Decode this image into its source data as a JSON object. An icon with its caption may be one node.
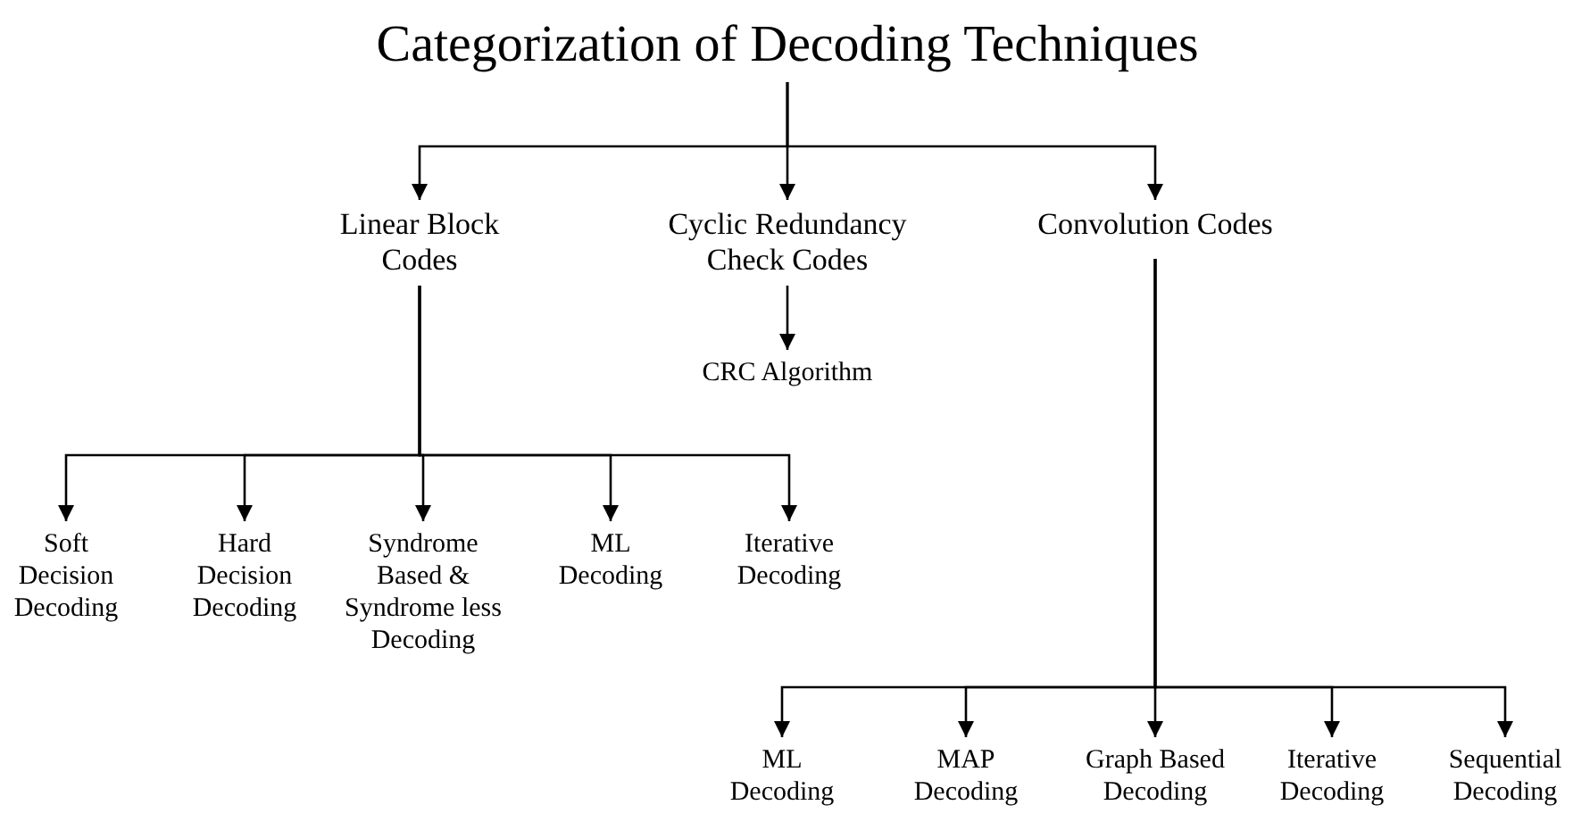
{
  "diagram": {
    "nodes": [
      {
        "text": [
          "Categorization of Decoding Techniques"
        ]
      },
      {
        "text": [
          "Linear Block Codes"
        ]
      },
      {
        "text": [
          "Cyclic Redundancy Check Codes"
        ]
      },
      {
        "text": [
          "Convolution Codes"
        ]
      },
      {
        "text": [
          "CRC Algorithm"
        ]
      },
      {
        "text": [
          "Soft Decision Decoding"
        ]
      },
      {
        "text": [
          "Hard Decision Decoding"
        ]
      },
      {
        "text": [
          "Syndrome Based & Syndrome less Decoding"
        ]
      },
      {
        "text": [
          "ML Decoding"
        ]
      },
      {
        "text": [
          "Iterative Decoding"
        ]
      },
      {
        "text": [
          "ML Decoding"
        ]
      },
      {
        "text": [
          "MAP Decoding"
        ]
      },
      {
        "text": [
          "Graph Based Decoding"
        ]
      },
      {
        "text": [
          "Iterative Decoding"
        ]
      },
      {
        "text": [
          "Sequential Decoding"
        ]
      }
    ],
    "edges": [
      {
        "from": 0,
        "to": 1,
        "arrow": "to"
      },
      {
        "from": 0,
        "to": 2,
        "arrow": "to"
      },
      {
        "from": 0,
        "to": 3,
        "arrow": "to"
      },
      {
        "from": 2,
        "to": 4,
        "arrow": "to"
      },
      {
        "from": 1,
        "to": 5,
        "arrow": "to"
      },
      {
        "from": 1,
        "to": 6,
        "arrow": "to"
      },
      {
        "from": 1,
        "to": 7,
        "arrow": "to"
      },
      {
        "from": 1,
        "to": 8,
        "arrow": "to"
      },
      {
        "from": 1,
        "to": 9,
        "arrow": "to"
      },
      {
        "from": 3,
        "to": 10,
        "arrow": "to"
      },
      {
        "from": 3,
        "to": 11,
        "arrow": "to"
      },
      {
        "from": 3,
        "to": 12,
        "arrow": "to"
      },
      {
        "from": 3,
        "to": 13,
        "arrow": "to"
      },
      {
        "from": 3,
        "to": 14,
        "arrow": "to"
      }
    ]
  }
}
